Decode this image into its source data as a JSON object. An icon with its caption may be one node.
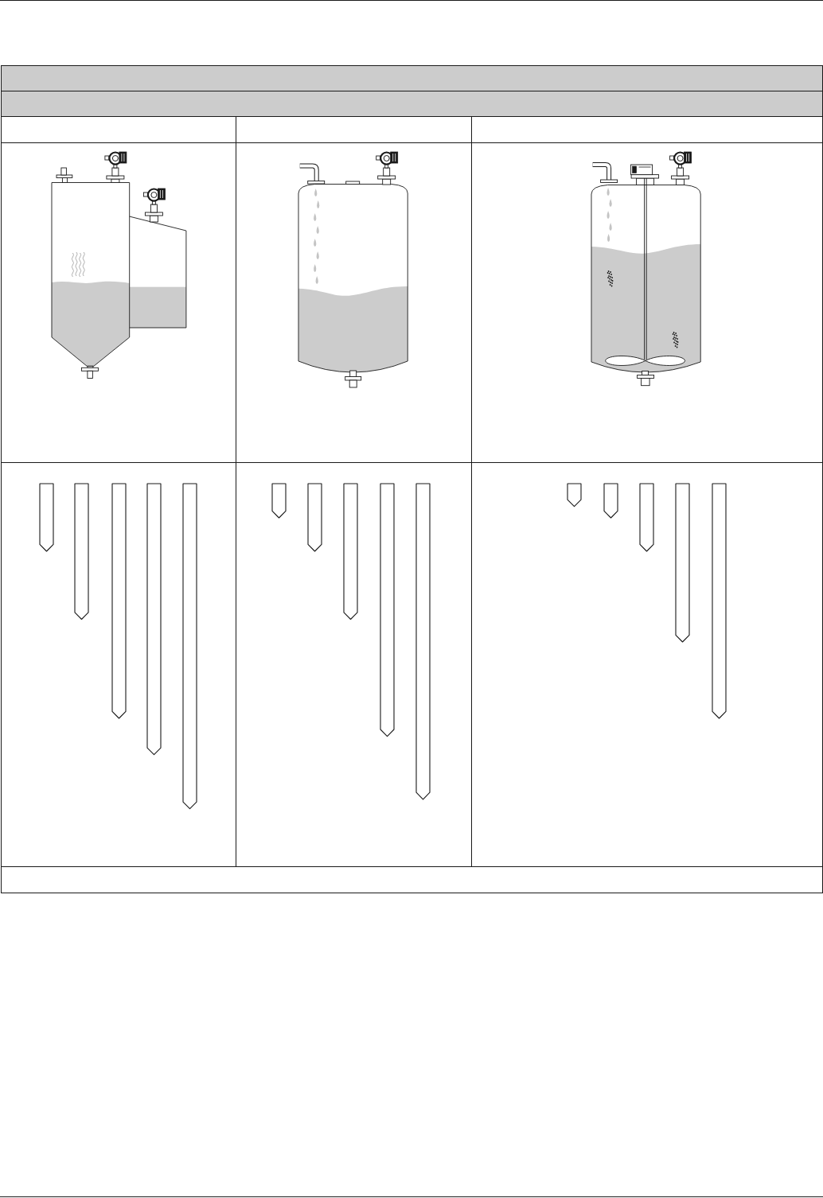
{
  "diagram": {
    "nodes": [
      {
        "text": [],
        "shape": "picture"
      },
      {
        "text": [],
        "shape": "picture"
      },
      {
        "text": [],
        "shape": "picture"
      },
      {
        "text": [],
        "shape": "bar"
      },
      {
        "text": [],
        "shape": "bar"
      },
      {
        "text": [],
        "shape": "bar"
      },
      {
        "text": [],
        "shape": "bar"
      },
      {
        "text": [],
        "shape": "bar"
      },
      {
        "text": [],
        "shape": "bar"
      },
      {
        "text": [],
        "shape": "bar"
      },
      {
        "text": [],
        "shape": "bar"
      },
      {
        "text": [],
        "shape": "bar"
      },
      {
        "text": [],
        "shape": "bar"
      },
      {
        "text": [],
        "shape": "bar"
      },
      {
        "text": [],
        "shape": "bar"
      },
      {
        "text": [],
        "shape": "bar"
      },
      {
        "text": [],
        "shape": "bar"
      },
      {
        "text": [],
        "shape": "bar"
      }
    ]
  }
}
